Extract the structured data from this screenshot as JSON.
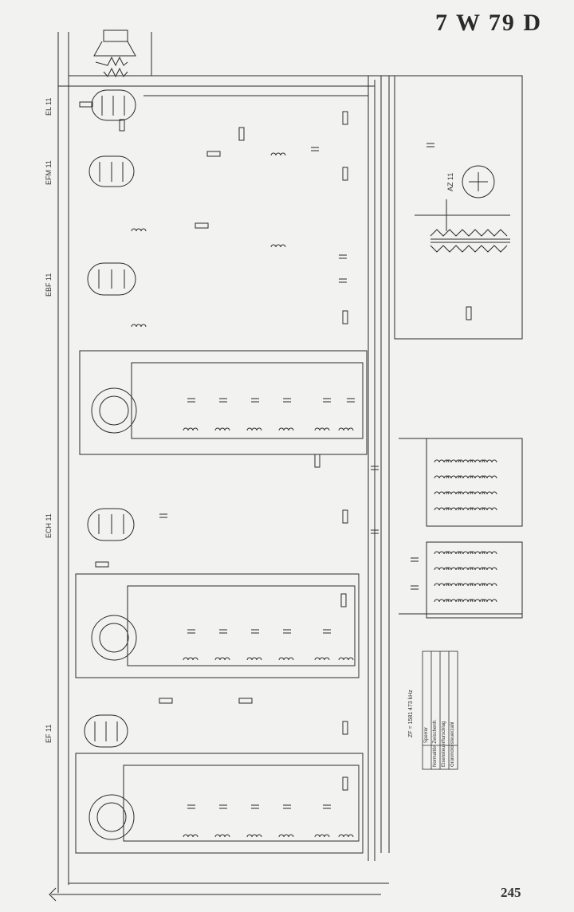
{
  "document": {
    "title": "7 W 79 D",
    "page_number": "245"
  },
  "tubes": [
    {
      "id": "el11",
      "label": "EL 11"
    },
    {
      "id": "efm11",
      "label": "EFM 11"
    },
    {
      "id": "ebf11",
      "label": "EBF 11"
    },
    {
      "id": "ecH11",
      "label": "ECH 11"
    },
    {
      "id": "ef11",
      "label": "EF 11"
    },
    {
      "id": "az11",
      "label": "AZ 11"
    }
  ],
  "legend": {
    "zf_label": "ZF = 1581 473 kHz",
    "rows": [
      "Sperrer",
      "Normaltön Zwischenfr.",
      "Eisensteuerflurschlag",
      "Grünmotorsteuerzahl"
    ]
  },
  "colors": {
    "ink": "#2b2b2b",
    "paper": "#f2f2f0",
    "faint": "#7a7a7a"
  }
}
